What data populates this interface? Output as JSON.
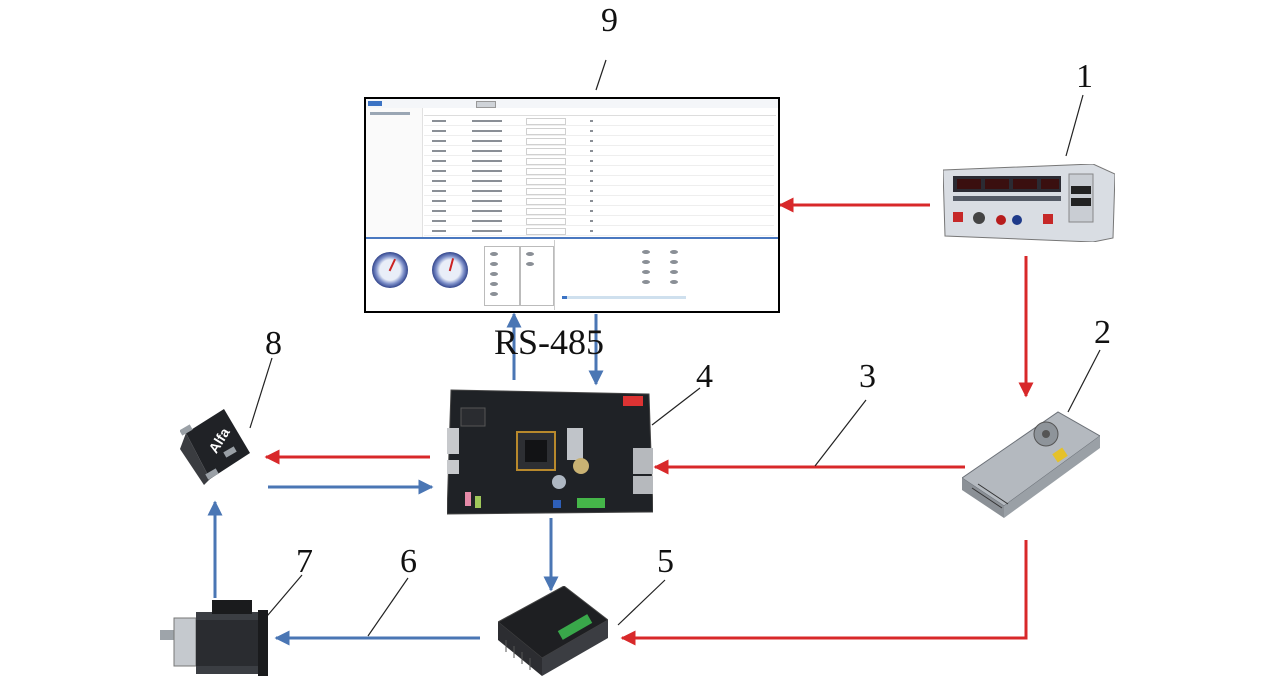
{
  "figure": {
    "component_numbers": [
      "1",
      "2",
      "3",
      "4",
      "5",
      "6",
      "7",
      "8",
      "9"
    ],
    "bus_label": "RS-485"
  },
  "colors": {
    "power_arrow": "#d8282a",
    "signal_arrow": "#4a76b4",
    "leader_line": "#222222"
  },
  "icons": {
    "1": "ac-power-supply-icon",
    "2": "switching-power-supply-icon",
    "4": "control-board-icon",
    "5": "motor-driver-icon",
    "7": "stepper-motor-icon",
    "8": "hall-sensor-chip-icon",
    "9": "monitoring-software-window"
  },
  "sensor_chip": {
    "marking": "Alfa"
  }
}
